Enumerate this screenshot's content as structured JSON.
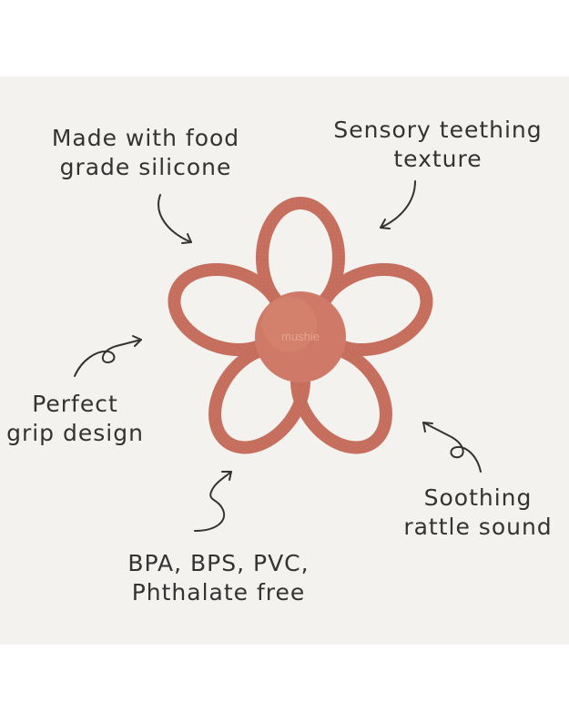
{
  "colors": {
    "background": "#f3f2ef",
    "teether": "#c8705f",
    "teether_center": "#cf7a68",
    "text": "#333333"
  },
  "product": {
    "brand_mark": "mushie",
    "icon": "flower-teether-rattle"
  },
  "features": {
    "food_grade": [
      "Made with food",
      "grade silicone"
    ],
    "sensory": [
      "Sensory teething",
      "texture"
    ],
    "grip": [
      "Perfect",
      "grip design"
    ],
    "rattle": [
      "Soothing",
      "rattle sound"
    ],
    "bpa_free": [
      "BPA, BPS, PVC,",
      "Phthalate free"
    ]
  }
}
